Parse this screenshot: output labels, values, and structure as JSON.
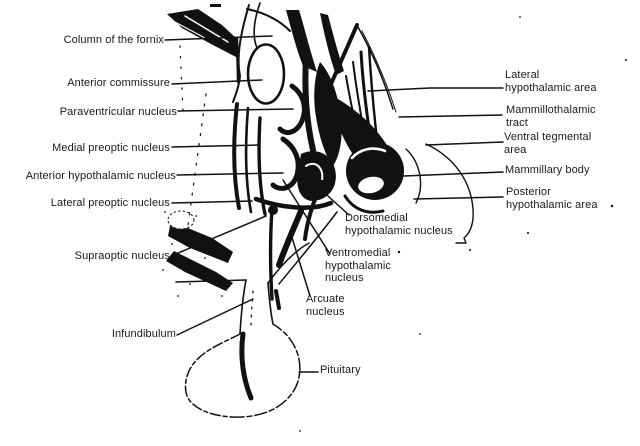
{
  "diagram": {
    "colors": {
      "ink": "#111111",
      "paper": "#ffffff"
    },
    "labels": [
      {
        "id": "column-of-the-fornix",
        "side": "left",
        "text": "Column of the fornix",
        "lines": [
          "Column of the fornix"
        ]
      },
      {
        "id": "anterior-commissure",
        "side": "left",
        "text": "Anterior commissure",
        "lines": [
          "Anterior commissure"
        ]
      },
      {
        "id": "paraventricular-nucleus",
        "side": "left",
        "text": "Paraventricular nucleus",
        "lines": [
          "Paraventricular nucleus"
        ]
      },
      {
        "id": "medial-preoptic-nucleus",
        "side": "left",
        "text": "Medial preoptic nucleus",
        "lines": [
          "Medial preoptic nucleus"
        ]
      },
      {
        "id": "anterior-hypothalamic-nucleus",
        "side": "left",
        "text": "Anterior hypothalamic nucleus",
        "lines": [
          "Anterior hypothalamic nucleus"
        ]
      },
      {
        "id": "lateral-preoptic-nucleus",
        "side": "left",
        "text": "Lateral preoptic nucleus",
        "lines": [
          "Lateral preoptic nucleus"
        ]
      },
      {
        "id": "supraoptic-nucleus",
        "side": "left",
        "text": "Supraoptic nucleus",
        "lines": [
          "Supraoptic nucleus"
        ]
      },
      {
        "id": "infundibulum",
        "side": "left",
        "text": "Infundibulum",
        "lines": [
          "Infundibulum"
        ]
      },
      {
        "id": "lateral-hypothalamic-area",
        "side": "right",
        "text": "Lateral hypothalamic area",
        "lines": [
          "Lateral",
          "hypothalamic area"
        ]
      },
      {
        "id": "mammillothalamic-tract",
        "side": "right",
        "text": "Mammillothalamic tract",
        "lines": [
          "Mammillothalamic",
          "tract"
        ]
      },
      {
        "id": "ventral-tegmental-area",
        "side": "right",
        "text": "Ventral tegmental area",
        "lines": [
          "Ventral tegmental",
          "area"
        ]
      },
      {
        "id": "mammillary-body",
        "side": "right",
        "text": "Mammillary body",
        "lines": [
          "Mammillary body"
        ]
      },
      {
        "id": "posterior-hypothalamic-area",
        "side": "right",
        "text": "Posterior hypothalamic area",
        "lines": [
          "Posterior",
          "hypothalamic area"
        ]
      },
      {
        "id": "dorsomedial-hypothalamic-nucleus",
        "side": "right",
        "text": "Dorsomedial hypothalamic nucleus",
        "lines": [
          "Dorsomedial",
          "hypothalamic nucleus"
        ]
      },
      {
        "id": "ventromedial-hypothalamic-nucleus",
        "side": "right",
        "text": "Ventromedial hypothalamic nucleus",
        "lines": [
          "Ventromedial",
          "hypothalamic",
          "nucleus"
        ]
      },
      {
        "id": "arcuate-nucleus",
        "side": "right",
        "text": "Arcuate nucleus",
        "lines": [
          "Arcuate",
          "nucleus"
        ]
      },
      {
        "id": "pituitary",
        "side": "right",
        "text": "Pituitary",
        "lines": [
          "Pituitary"
        ]
      }
    ]
  }
}
